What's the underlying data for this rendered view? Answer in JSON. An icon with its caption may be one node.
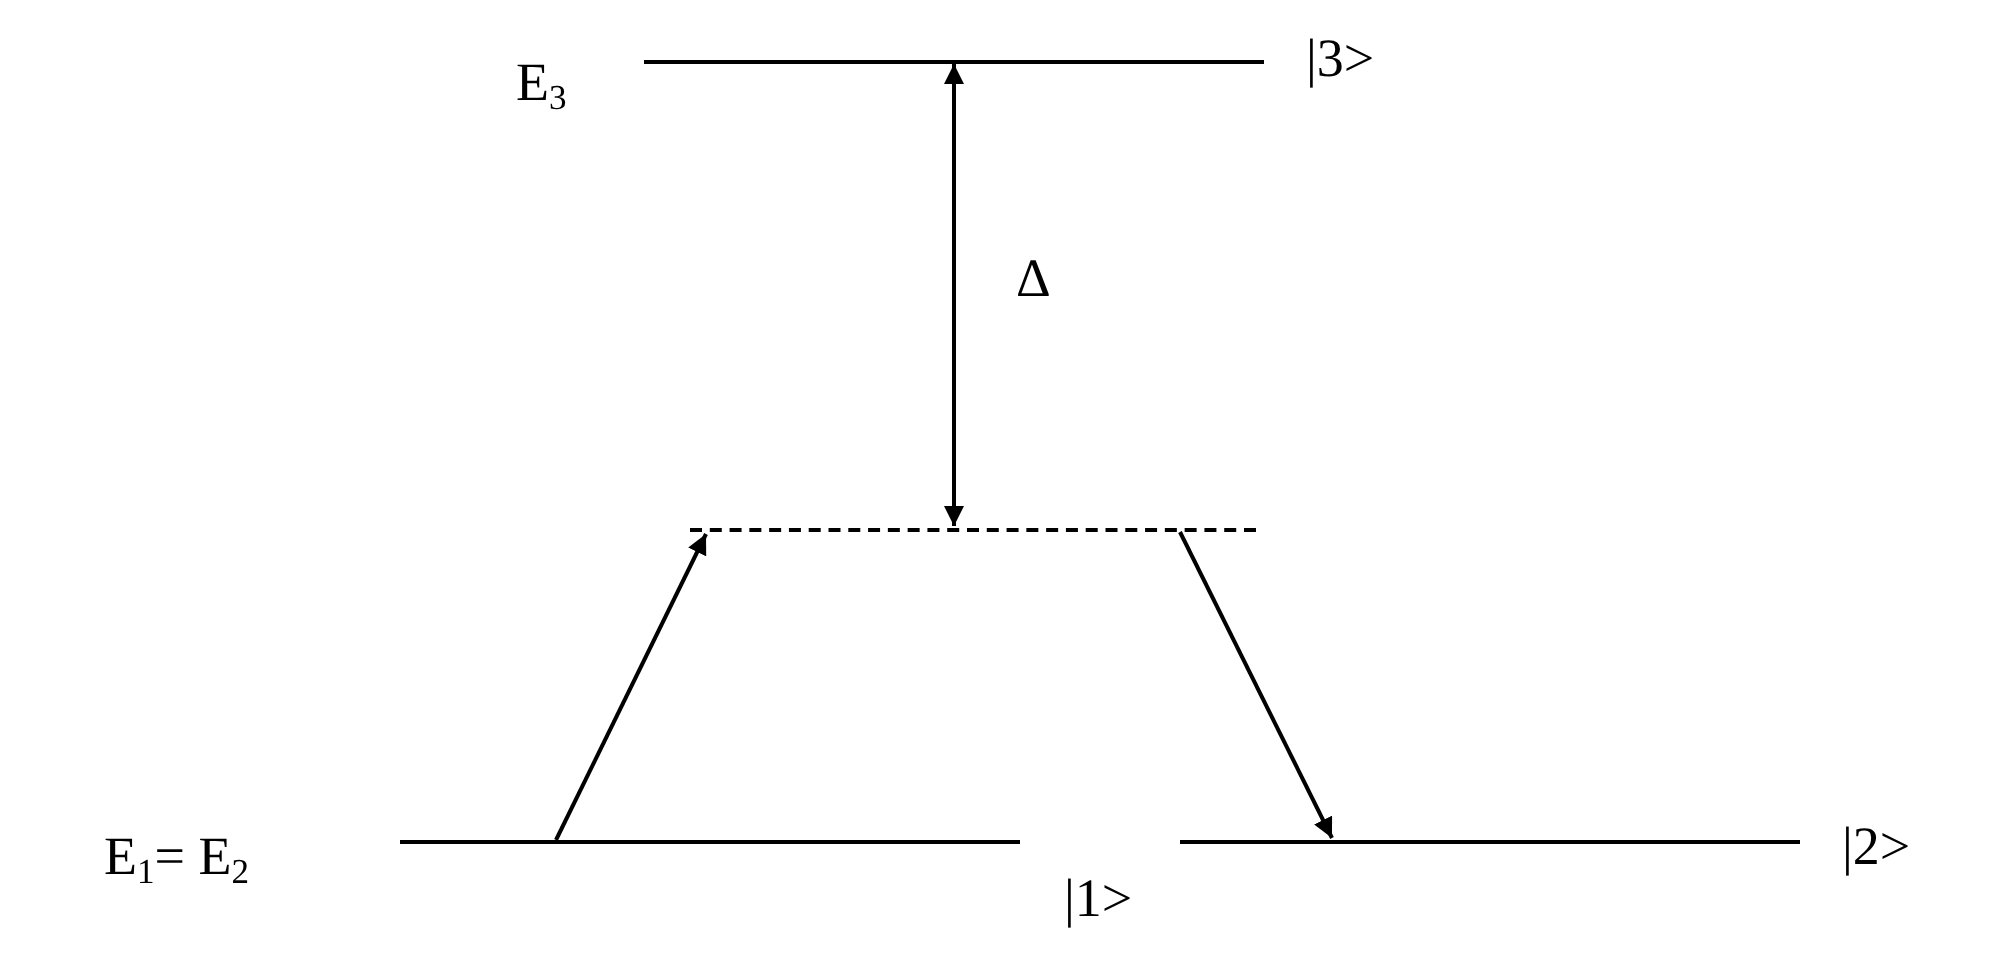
{
  "diagram": {
    "nodes": [
      {
        "text": [],
        "shape": "bar",
        "beside": [
          "E$_{3}$",
          "|3>"
        ]
      },
      {
        "text": [],
        "shape": "bar"
      },
      {
        "text": [],
        "shape": "bar",
        "beside": [
          "|1>"
        ]
      },
      {
        "text": [],
        "shape": "bar",
        "beside": [
          "|2>"
        ]
      }
    ],
    "edges": [
      {
        "from": 0,
        "to": 1,
        "arrow": "both",
        "label": "Δ"
      },
      {
        "from": 2,
        "to": 1,
        "arrow": "to"
      },
      {
        "from": 1,
        "to": 3,
        "arrow": "to"
      }
    ],
    "labels": [
      "E$_{1}$= E$_{2}$"
    ]
  }
}
